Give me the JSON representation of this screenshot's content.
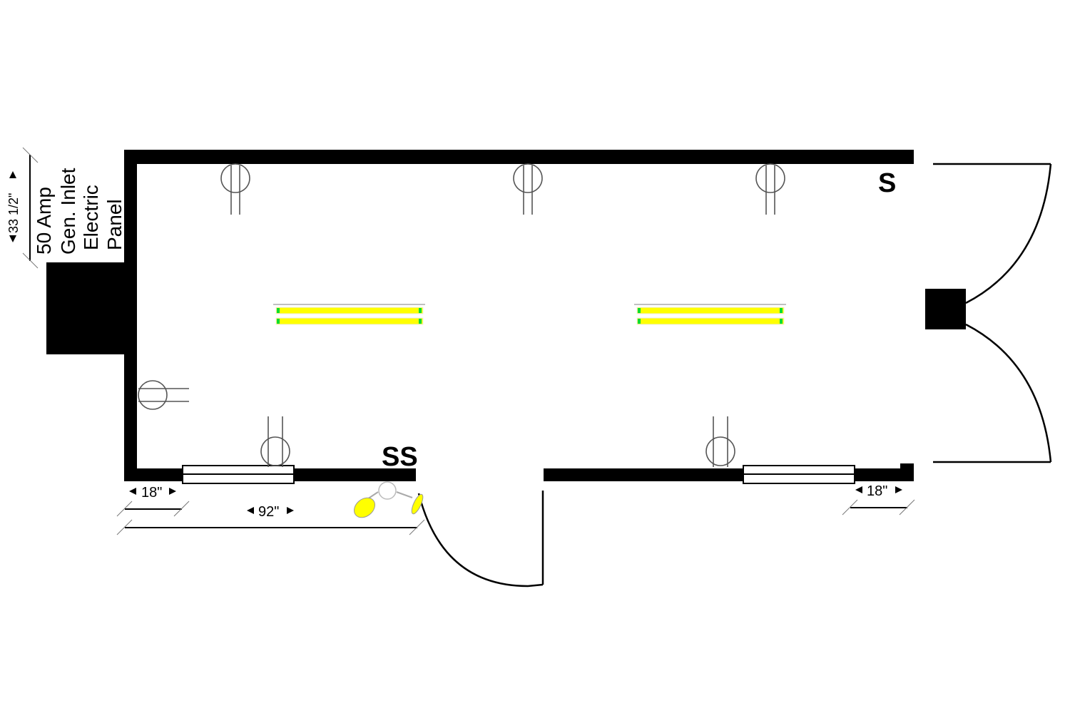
{
  "panel_label": {
    "line1": "50 Amp",
    "line2": "Gen. Inlet",
    "line3": "Electric",
    "line4": "Panel"
  },
  "dimensions": {
    "panel_height": "33 1/2\"",
    "left_offset": "18\"",
    "window_span": "92\"",
    "right_offset": "18\""
  },
  "switches": {
    "single": "S",
    "double": "SS"
  },
  "colors": {
    "wall": "#000000",
    "light": "#ffff00",
    "light_end": "#00dd33"
  }
}
